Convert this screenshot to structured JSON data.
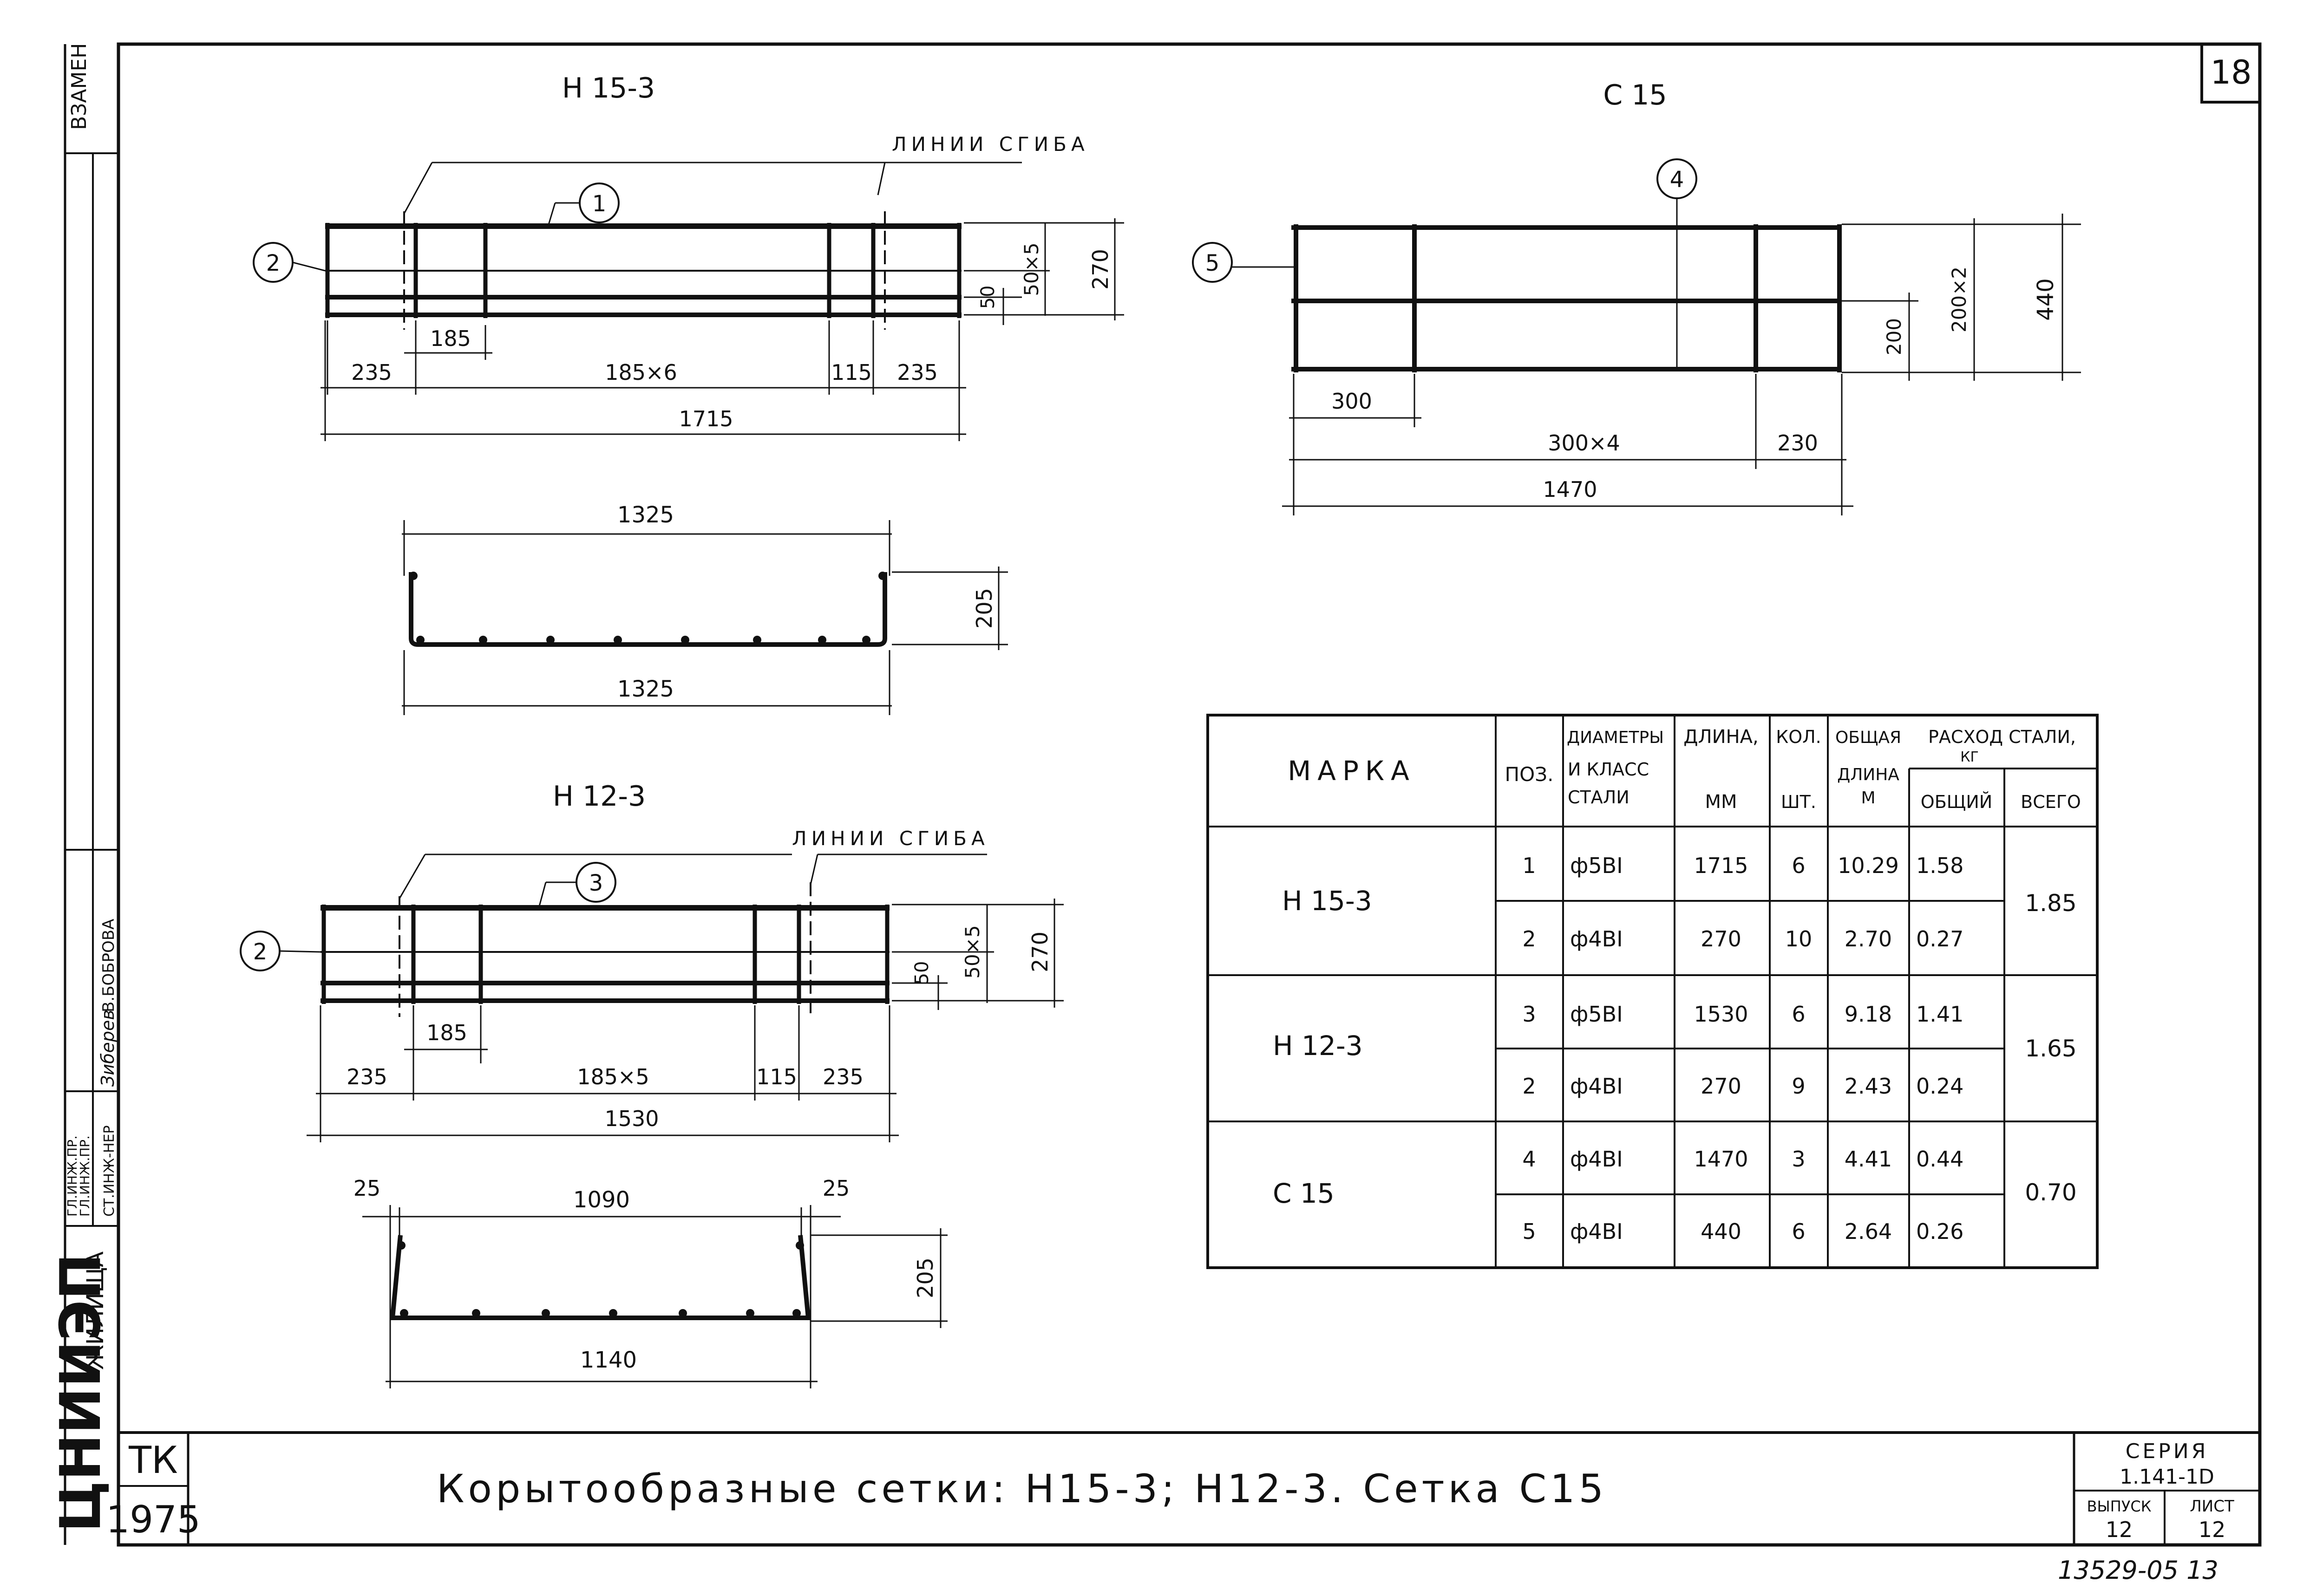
{
  "sheet_number": "18",
  "left_strip": {
    "top_label": "ВЗАМЕН",
    "roles": [
      "ГЛ.ИНЖ.ПР.",
      "ГЛ.ИНЖ.ПР.",
      "СТ.ИНЖ-НЕР"
    ],
    "surname_1": "В.БОБРОВА",
    "signature": "Зиберев",
    "org": "ЖИЛИЩА",
    "institute": "ЦНИИЭП"
  },
  "drawings": {
    "n15": {
      "title": "Н 15-3",
      "bend_label": "ЛИНИИ СГИБА",
      "callout_pos": "1",
      "callout_side": "2",
      "dims_h": [
        "235",
        "185",
        "185×6",
        "115",
        "235"
      ],
      "total": "1715",
      "dims_v": [
        "50",
        "50×5",
        "270"
      ],
      "profile_top": "1325",
      "profile_height": "205",
      "profile_bottom": "1325"
    },
    "n12": {
      "title": "Н 12-3",
      "bend_label": "ЛИНИИ СГИБА",
      "callout_pos": "3",
      "callout_side": "2",
      "dims_h": [
        "235",
        "185",
        "185×5",
        "115",
        "235"
      ],
      "total": "1530",
      "dims_v": [
        "50",
        "50×5",
        "270"
      ],
      "profile_left": "25",
      "profile_top": "1090",
      "profile_right": "25",
      "profile_height": "205",
      "profile_bottom": "1140"
    },
    "c15": {
      "title": "С 15",
      "callout_top": "4",
      "callout_side": "5",
      "dims_h": [
        "300",
        "300×4",
        "230"
      ],
      "total": "1470",
      "dims_v": [
        "200",
        "200×2",
        "440"
      ]
    }
  },
  "table": {
    "headers": {
      "mark": "МАРКА",
      "pos": "ПОЗ.",
      "diam_1": "ДИАМЕТРЫ",
      "diam_2": "И КЛАСС",
      "diam_3": "СТАЛИ",
      "len_1": "ДЛИНА,",
      "len_2": "ММ",
      "qty_1": "КОЛ.",
      "qty_2": "ШТ.",
      "total_1": "ОБЩАЯ",
      "total_2": "ДЛИНА",
      "total_3": "М",
      "steel": "РАСХОД СТАЛИ,",
      "steel_unit": "КГ",
      "steel_total": "ОБЩИЙ",
      "steel_all": "ВСЕГО"
    },
    "groups": [
      {
        "mark": "Н 15-3",
        "all": "1.85",
        "rows": [
          {
            "pos": "1",
            "diam": "ф5ВI",
            "len": "1715",
            "qty": "6",
            "total": "10.29",
            "kg": "1.58"
          },
          {
            "pos": "2",
            "diam": "ф4ВI",
            "len": "270",
            "qty": "10",
            "total": "2.70",
            "kg": "0.27"
          }
        ]
      },
      {
        "mark": "Н 12-3",
        "all": "1.65",
        "rows": [
          {
            "pos": "3",
            "diam": "ф5ВI",
            "len": "1530",
            "qty": "6",
            "total": "9.18",
            "kg": "1.41"
          },
          {
            "pos": "2",
            "diam": "ф4ВI",
            "len": "270",
            "qty": "9",
            "total": "2.43",
            "kg": "0.24"
          }
        ]
      },
      {
        "mark": "С 15",
        "all": "0.70",
        "rows": [
          {
            "pos": "4",
            "diam": "ф4ВI",
            "len": "1470",
            "qty": "3",
            "total": "4.41",
            "kg": "0.44"
          },
          {
            "pos": "5",
            "diam": "ф4ВI",
            "len": "440",
            "qty": "6",
            "total": "2.64",
            "kg": "0.26"
          }
        ]
      }
    ]
  },
  "title_block": {
    "tk": "ТК",
    "year": "1975",
    "title": "Корытообразные сетки: Н15-3; Н12-3. Сетка С15",
    "series_label": "СЕРИЯ",
    "series_value": "1.141-1D",
    "issue_label": "ВЫПУСК",
    "issue_value": "12",
    "sheet_label": "ЛИСТ",
    "sheet_value": "12"
  },
  "stamp": "13529-05 13"
}
